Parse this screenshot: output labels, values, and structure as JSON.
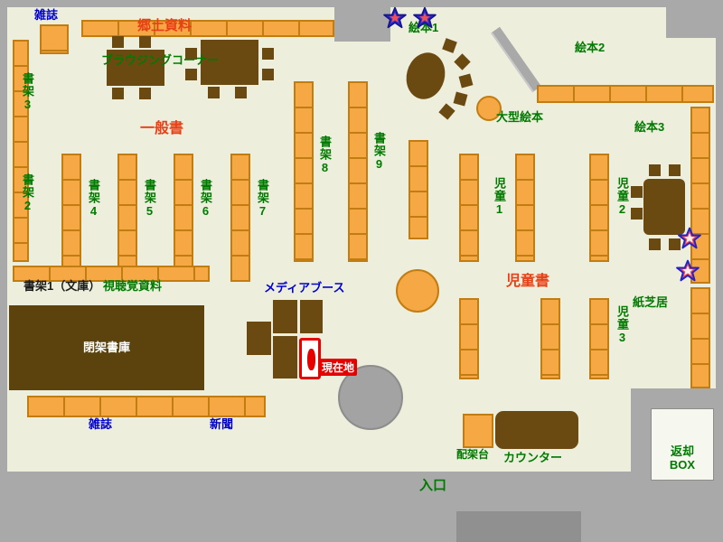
{
  "labels": {
    "magazines_top": "雑誌",
    "local_materials": "郷土資料",
    "browsing_corner": "ブラウジングコーナー",
    "general_books": "一般書",
    "shelf_3": "書架3",
    "shelf_2": "書架2",
    "shelf_4": "書架4",
    "shelf_5": "書架5",
    "shelf_6": "書架6",
    "shelf_7": "書架7",
    "shelf_8": "書架8",
    "shelf_9": "書架9",
    "shelf_1_bunko": "書架1（文庫）",
    "audio_visual": "視聴覚資料",
    "media_booth": "メディアブース",
    "closed_stacks": "閉架書庫",
    "current_location": "現在地",
    "magazines_bottom": "雑誌",
    "newspapers": "新聞",
    "picture_books_1": "絵本1",
    "picture_books_2": "絵本2",
    "picture_books_3": "絵本3",
    "large_picture_books": "大型絵本",
    "children_1": "児童1",
    "children_2": "児童2",
    "children_3": "児童3",
    "children_books": "児童書",
    "kamishibai": "紙芝居",
    "sorting_shelf": "配架台",
    "counter": "カウンター",
    "entrance": "入口",
    "return_box": "返却\nBOX"
  },
  "colors": {
    "floor": "#edefdc",
    "wall_gray": "#a9a9a9",
    "shelf_orange": "#f5a844",
    "shelf_border": "#c27d12",
    "wood_brown": "#6b4a12",
    "closed_stacks_brown": "#5c430e",
    "label_green": "#007a00",
    "label_blue": "#0000cb",
    "label_red": "#e84016",
    "marker_red": "#e60000",
    "star_blue": "#2c2cd4",
    "star_red": "#f04848"
  }
}
